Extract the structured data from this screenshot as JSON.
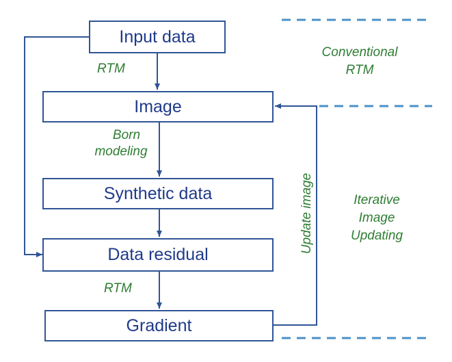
{
  "boxes": {
    "input_data": "Input data",
    "image": "Image",
    "synthetic_data": "Synthetic data",
    "data_residual": "Data residual",
    "gradient": "Gradient"
  },
  "edge_labels": {
    "rtm_1": "RTM",
    "born_line1": "Born",
    "born_line2": "modeling",
    "rtm_2": "RTM",
    "update_image": "Update image"
  },
  "side_labels": {
    "conventional_line1": "Conventional",
    "conventional_line2": "RTM",
    "iterative_line1": "Iterative",
    "iterative_line2": "Image",
    "iterative_line3": "Updating"
  },
  "colors": {
    "box_border": "#2f5496",
    "box_text": "#1f3a8a",
    "arrow": "#2f5496",
    "label_text": "#2e7d32",
    "dash": "#4a90c8"
  }
}
